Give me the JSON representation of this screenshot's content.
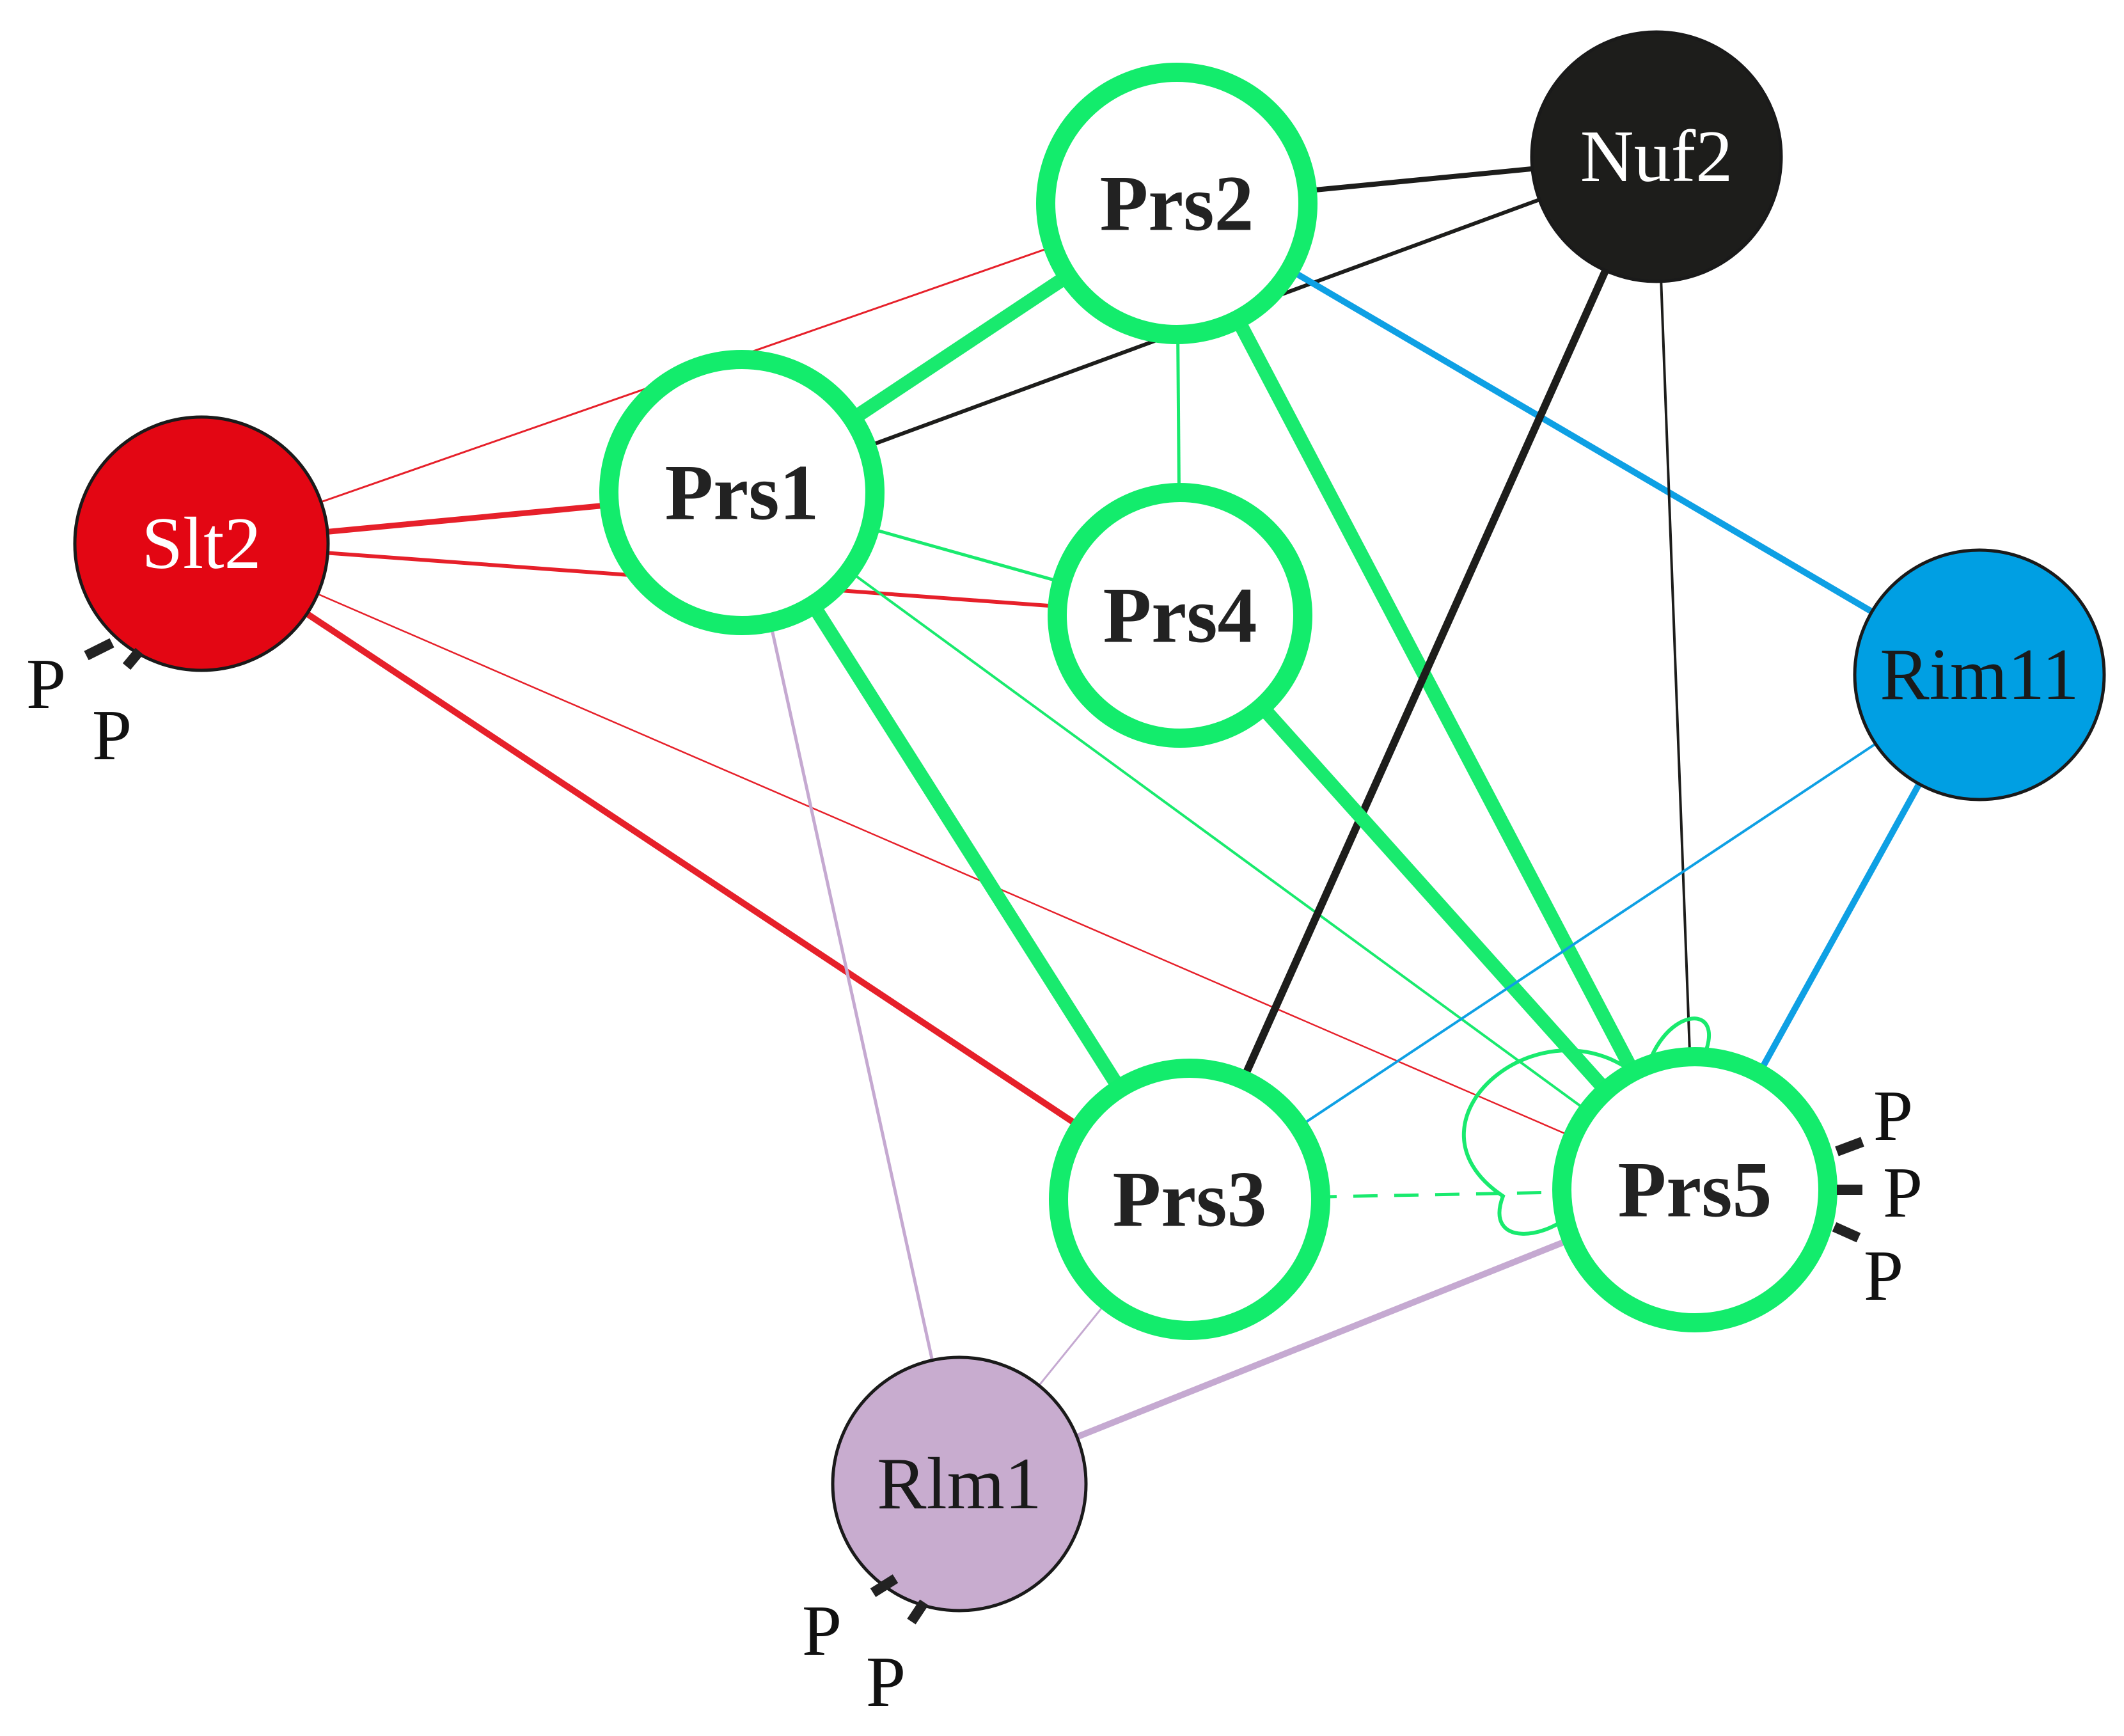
{
  "colors": {
    "prs_ring": "#13EC6C",
    "prs_fill": "#FFFFFF",
    "prs_text": "#222222",
    "slt2": "#E30613",
    "nuf2": "#1D1D1B",
    "rim11": "#009FE3",
    "rlm1": "#C8ACCF",
    "edge_red": "#E6202A",
    "edge_black": "#1D1D1B",
    "edge_blue": "#0EA0E4",
    "edge_green": "#19EA6E",
    "edge_purple": "#C5A9D1",
    "phospho": "#222222"
  },
  "nodes": [
    {
      "id": "slt2",
      "label": "Slt2"
    },
    {
      "id": "prs1",
      "label": "Prs1"
    },
    {
      "id": "prs2",
      "label": "Prs2"
    },
    {
      "id": "prs3",
      "label": "Prs3"
    },
    {
      "id": "prs4",
      "label": "Prs4"
    },
    {
      "id": "prs5",
      "label": "Prs5"
    },
    {
      "id": "nuf2",
      "label": "Nuf2"
    },
    {
      "id": "rim11",
      "label": "Rim11"
    },
    {
      "id": "rlm1",
      "label": "Rlm1"
    }
  ],
  "edges": [
    {
      "from": "slt2",
      "to": "prs2",
      "color": "red",
      "style": "solid"
    },
    {
      "from": "slt2",
      "to": "prs1",
      "color": "red",
      "style": "solid"
    },
    {
      "from": "slt2",
      "to": "prs4",
      "color": "red",
      "style": "solid"
    },
    {
      "from": "slt2",
      "to": "prs5",
      "color": "red",
      "style": "solid"
    },
    {
      "from": "slt2",
      "to": "prs3",
      "color": "red",
      "style": "solid"
    },
    {
      "from": "prs1",
      "to": "prs2",
      "color": "green",
      "style": "solid"
    },
    {
      "from": "prs1",
      "to": "nuf2",
      "color": "black",
      "style": "solid"
    },
    {
      "from": "prs1",
      "to": "prs4",
      "color": "green",
      "style": "solid"
    },
    {
      "from": "prs1",
      "to": "prs3",
      "color": "green",
      "style": "solid"
    },
    {
      "from": "prs1",
      "to": "prs5",
      "color": "green",
      "style": "solid"
    },
    {
      "from": "prs1",
      "to": "rlm1",
      "color": "purple",
      "style": "solid"
    },
    {
      "from": "prs2",
      "to": "nuf2",
      "color": "black",
      "style": "solid"
    },
    {
      "from": "prs2",
      "to": "prs4",
      "color": "green",
      "style": "solid"
    },
    {
      "from": "prs2",
      "to": "prs5",
      "color": "green",
      "style": "solid"
    },
    {
      "from": "prs2",
      "to": "rim11",
      "color": "blue",
      "style": "solid"
    },
    {
      "from": "nuf2",
      "to": "prs3",
      "color": "black",
      "style": "solid"
    },
    {
      "from": "nuf2",
      "to": "prs5",
      "color": "black",
      "style": "solid"
    },
    {
      "from": "prs4",
      "to": "prs5",
      "color": "green",
      "style": "solid"
    },
    {
      "from": "rim11",
      "to": "prs3",
      "color": "blue",
      "style": "solid"
    },
    {
      "from": "rim11",
      "to": "prs5",
      "color": "blue",
      "style": "solid"
    },
    {
      "from": "prs3",
      "to": "prs5",
      "color": "green",
      "style": "dashed"
    },
    {
      "from": "prs3",
      "to": "rlm1",
      "color": "purple",
      "style": "solid"
    },
    {
      "from": "prs5",
      "to": "rlm1",
      "color": "purple",
      "style": "solid"
    },
    {
      "from": "prs5",
      "to": "prs5",
      "color": "green",
      "style": "loop"
    }
  ],
  "phospho_label": "P",
  "phospho_sites": [
    {
      "node": "slt2",
      "count": 2
    },
    {
      "node": "prs5",
      "count": 3
    },
    {
      "node": "rlm1",
      "count": 2
    }
  ]
}
